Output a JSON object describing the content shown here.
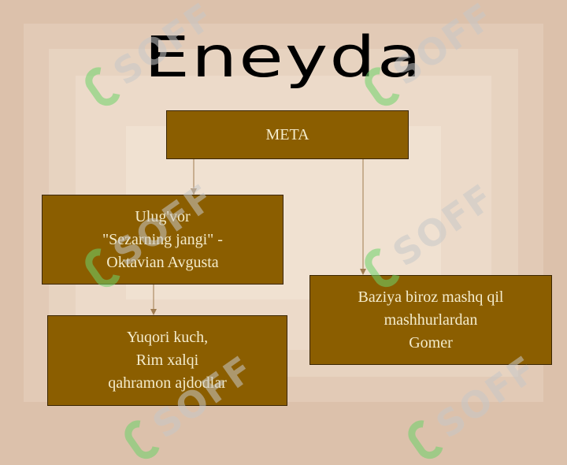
{
  "title": "Eneyda",
  "boxes": {
    "meta": {
      "lines": [
        "META"
      ]
    },
    "ulugvor": {
      "lines": [
        "Ulug'vor",
        "\"Sezarning jangi\" -",
        "Oktavian Avgusta"
      ]
    },
    "yuqori": {
      "lines": [
        "Yuqori kuch,",
        "Rim xalqi",
        "qahramon ajdodlar"
      ]
    },
    "baziya": {
      "lines": [
        "Baziya biroz mashq qil",
        "mashhurlardan",
        "Gomer"
      ]
    }
  },
  "watermark": {
    "text": "SOFF",
    "icon": "soff-logo-icon"
  },
  "colors": {
    "background": "#dcc1ab",
    "box_fill": "#8b5e00",
    "box_text": "#f4eccc",
    "title_text": "#000000",
    "connector": "#8b5e00",
    "watermark_logo": "#6fd36a",
    "watermark_text": "#c8c8c8"
  }
}
